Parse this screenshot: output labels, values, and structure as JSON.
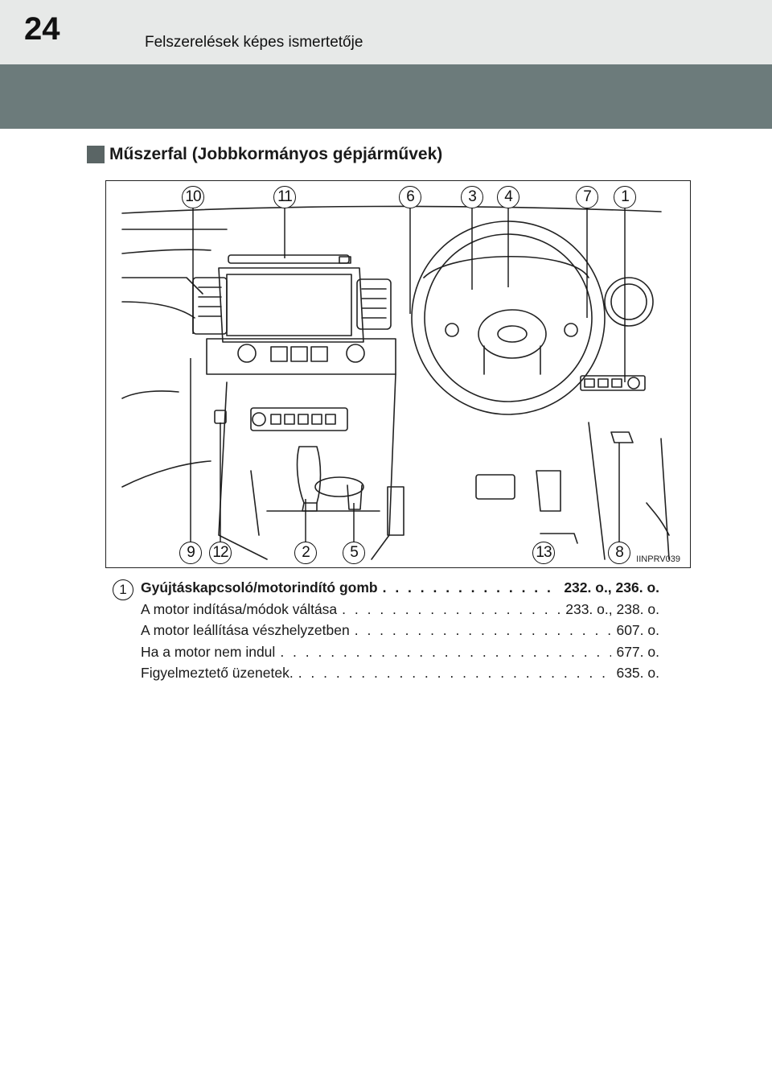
{
  "header": {
    "page_number": "24",
    "chapter_title": "Felszerelések képes ismertetője"
  },
  "section": {
    "heading": "Műszerfal (Jobbkormányos gépjárművek)"
  },
  "figure": {
    "code": "IINPRV039",
    "callouts_top": [
      "10",
      "11",
      "6",
      "3",
      "4",
      "7",
      "1"
    ],
    "callouts_bottom": [
      "9",
      "12",
      "2",
      "5",
      "13",
      "8"
    ]
  },
  "entries": {
    "badge": "1",
    "main": {
      "label": "Gyújtáskapcsoló/motorindító gomb",
      "page": "232. o., 236. o."
    },
    "items": [
      {
        "label": "A motor indítása/módok váltása",
        "page": "233. o., 238. o."
      },
      {
        "label": "A motor leállítása vészhelyzetben",
        "page": "607. o."
      },
      {
        "label": "Ha a motor nem indul",
        "page": "677. o."
      },
      {
        "label": "Figyelmeztető üzenetek.",
        "page": "635. o."
      }
    ]
  }
}
